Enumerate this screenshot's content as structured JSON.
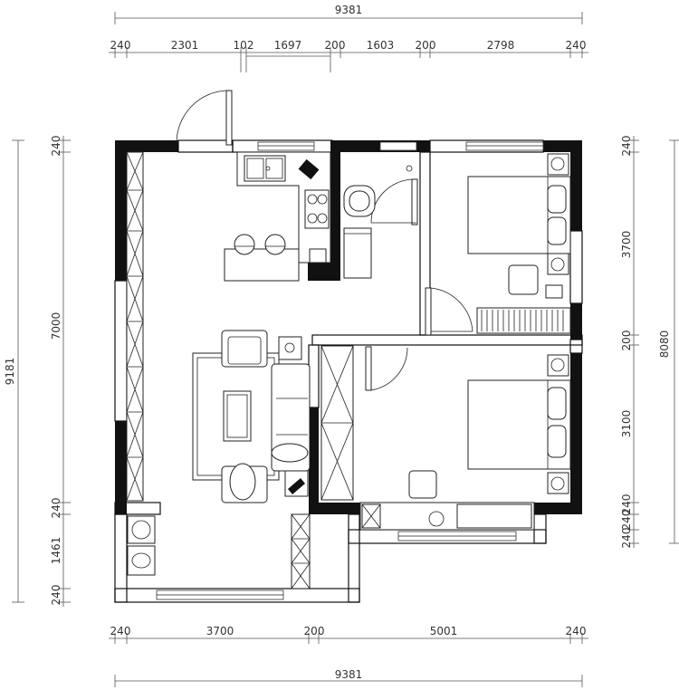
{
  "dimensions": {
    "top_total": "9381",
    "top_segments": [
      "240",
      "2301",
      "102",
      "1697",
      "200",
      "1603",
      "200",
      "2798",
      "240"
    ],
    "bottom_segments": [
      "240",
      "3700",
      "200",
      "5001",
      "240"
    ],
    "bottom_total": "9381",
    "left_total": "9181",
    "left_segments": [
      "240",
      "7000",
      "240",
      "1461",
      "240"
    ],
    "right_segments": [
      "240",
      "3700",
      "200",
      "3100",
      "240",
      "240",
      "240"
    ],
    "right_total": "8080"
  },
  "colors": {
    "wall": "#111111",
    "line": "#222222",
    "dimension": "#555555"
  }
}
